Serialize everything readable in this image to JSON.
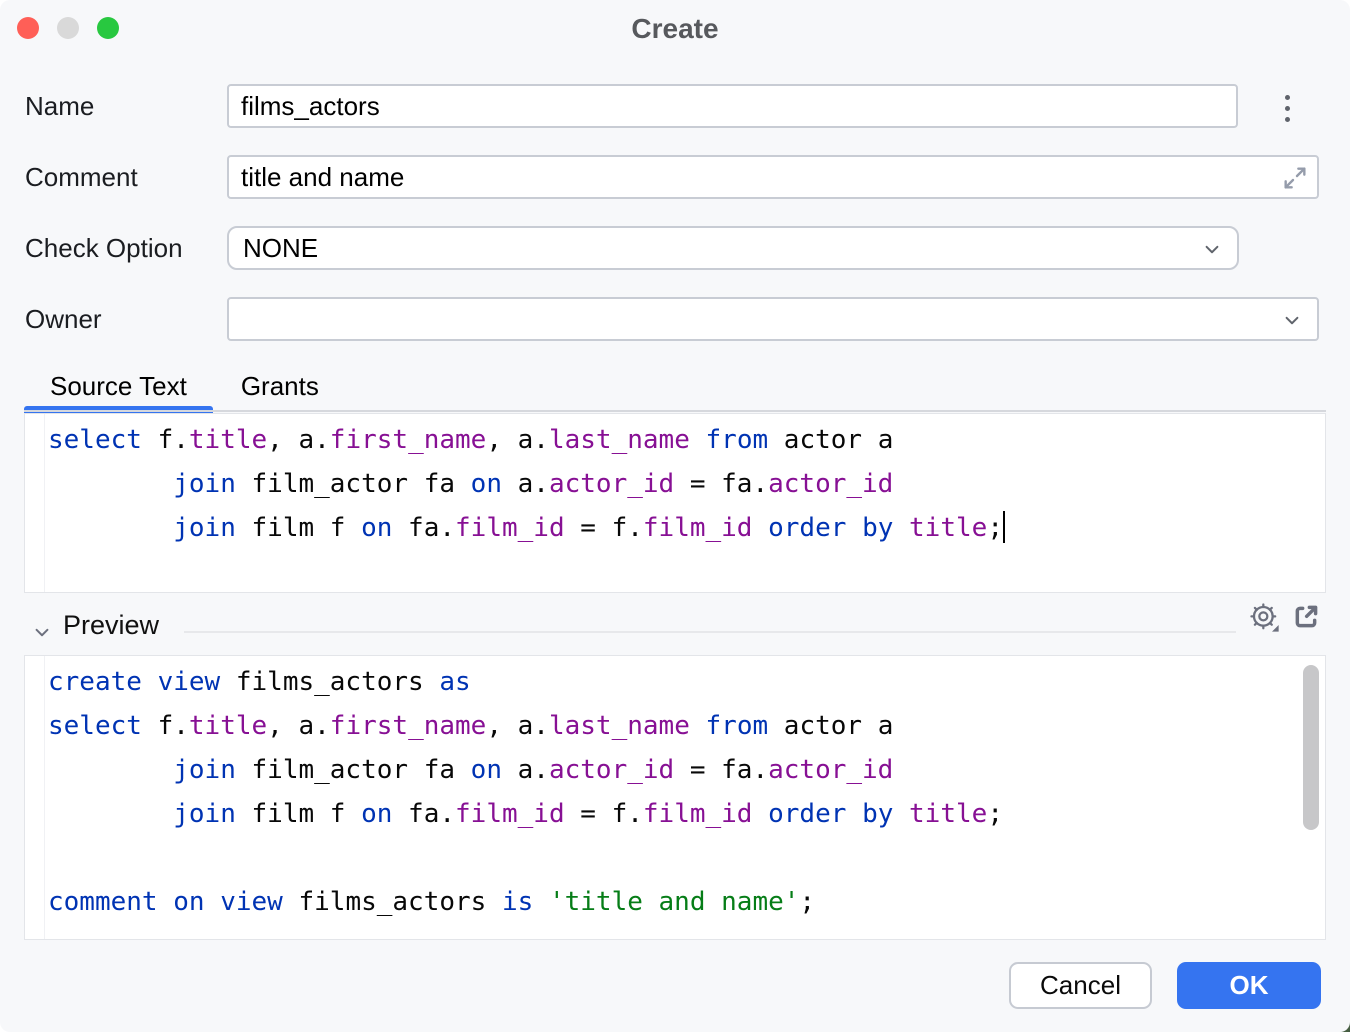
{
  "window": {
    "title": "Create"
  },
  "form": {
    "name": {
      "label": "Name",
      "value": "films_actors"
    },
    "comment": {
      "label": "Comment",
      "value": "title and name"
    },
    "check_option": {
      "label": "Check Option",
      "value": "NONE"
    },
    "owner": {
      "label": "Owner",
      "value": ""
    }
  },
  "tabs": [
    {
      "label": "Source Text",
      "active": true
    },
    {
      "label": "Grants",
      "active": false
    }
  ],
  "source_editor": {
    "lines": [
      {
        "tokens": [
          {
            "t": "kw",
            "s": "select"
          },
          {
            "t": "p",
            "s": " f."
          },
          {
            "t": "col",
            "s": "title"
          },
          {
            "t": "p",
            "s": ", a."
          },
          {
            "t": "col",
            "s": "first_name"
          },
          {
            "t": "p",
            "s": ", a."
          },
          {
            "t": "col",
            "s": "last_name"
          },
          {
            "t": "p",
            "s": " "
          },
          {
            "t": "kw",
            "s": "from"
          },
          {
            "t": "p",
            "s": " actor a"
          }
        ]
      },
      {
        "tokens": [
          {
            "t": "p",
            "s": "        "
          },
          {
            "t": "kw",
            "s": "join"
          },
          {
            "t": "p",
            "s": " film_actor fa "
          },
          {
            "t": "kw",
            "s": "on"
          },
          {
            "t": "p",
            "s": " a."
          },
          {
            "t": "col",
            "s": "actor_id"
          },
          {
            "t": "p",
            "s": " = fa."
          },
          {
            "t": "col",
            "s": "actor_id"
          }
        ]
      },
      {
        "tokens": [
          {
            "t": "p",
            "s": "        "
          },
          {
            "t": "kw",
            "s": "join"
          },
          {
            "t": "p",
            "s": " film f "
          },
          {
            "t": "kw",
            "s": "on"
          },
          {
            "t": "p",
            "s": " fa."
          },
          {
            "t": "col",
            "s": "film_id"
          },
          {
            "t": "p",
            "s": " = f."
          },
          {
            "t": "col",
            "s": "film_id"
          },
          {
            "t": "p",
            "s": " "
          },
          {
            "t": "kw",
            "s": "order"
          },
          {
            "t": "p",
            "s": " "
          },
          {
            "t": "kw",
            "s": "by"
          },
          {
            "t": "p",
            "s": " "
          },
          {
            "t": "col",
            "s": "title"
          },
          {
            "t": "p",
            "s": ";"
          }
        ],
        "caret": true
      }
    ]
  },
  "preview": {
    "label": "Preview",
    "lines": [
      {
        "tokens": [
          {
            "t": "kw",
            "s": "create"
          },
          {
            "t": "p",
            "s": " "
          },
          {
            "t": "kw",
            "s": "view"
          },
          {
            "t": "p",
            "s": " films_actors "
          },
          {
            "t": "kw",
            "s": "as"
          }
        ]
      },
      {
        "tokens": [
          {
            "t": "kw",
            "s": "select"
          },
          {
            "t": "p",
            "s": " f."
          },
          {
            "t": "col",
            "s": "title"
          },
          {
            "t": "p",
            "s": ", a."
          },
          {
            "t": "col",
            "s": "first_name"
          },
          {
            "t": "p",
            "s": ", a."
          },
          {
            "t": "col",
            "s": "last_name"
          },
          {
            "t": "p",
            "s": " "
          },
          {
            "t": "kw",
            "s": "from"
          },
          {
            "t": "p",
            "s": " actor a"
          }
        ]
      },
      {
        "tokens": [
          {
            "t": "p",
            "s": "        "
          },
          {
            "t": "kw",
            "s": "join"
          },
          {
            "t": "p",
            "s": " film_actor fa "
          },
          {
            "t": "kw",
            "s": "on"
          },
          {
            "t": "p",
            "s": " a."
          },
          {
            "t": "col",
            "s": "actor_id"
          },
          {
            "t": "p",
            "s": " = fa."
          },
          {
            "t": "col",
            "s": "actor_id"
          }
        ]
      },
      {
        "tokens": [
          {
            "t": "p",
            "s": "        "
          },
          {
            "t": "kw",
            "s": "join"
          },
          {
            "t": "p",
            "s": " film f "
          },
          {
            "t": "kw",
            "s": "on"
          },
          {
            "t": "p",
            "s": " fa."
          },
          {
            "t": "col",
            "s": "film_id"
          },
          {
            "t": "p",
            "s": " = f."
          },
          {
            "t": "col",
            "s": "film_id"
          },
          {
            "t": "p",
            "s": " "
          },
          {
            "t": "kw",
            "s": "order"
          },
          {
            "t": "p",
            "s": " "
          },
          {
            "t": "kw",
            "s": "by"
          },
          {
            "t": "p",
            "s": " "
          },
          {
            "t": "col",
            "s": "title"
          },
          {
            "t": "p",
            "s": ";"
          }
        ]
      },
      {
        "tokens": []
      },
      {
        "tokens": [
          {
            "t": "kw",
            "s": "comment"
          },
          {
            "t": "p",
            "s": " "
          },
          {
            "t": "kw",
            "s": "on"
          },
          {
            "t": "p",
            "s": " "
          },
          {
            "t": "kw",
            "s": "view"
          },
          {
            "t": "p",
            "s": " films_actors "
          },
          {
            "t": "kw",
            "s": "is"
          },
          {
            "t": "p",
            "s": " "
          },
          {
            "t": "str",
            "s": "'title and name'"
          },
          {
            "t": "p",
            "s": ";"
          }
        ]
      }
    ]
  },
  "actions": {
    "cancel": "Cancel",
    "ok": "OK"
  },
  "icons": {
    "name_menu": "kebab-menu-icon",
    "comment_expand": "expand-icon",
    "select_arrow": "chevron-down-icon",
    "preview_toggle": "chevron-down-icon",
    "preview_settings": "gear-icon",
    "preview_open": "open-in-editor-icon"
  },
  "colors": {
    "accent": "#3574F0",
    "keyword": "#0033B3",
    "column": "#871094",
    "string": "#067D17",
    "window_background": "#f7f8fa",
    "traffic_close": "#ff5f57",
    "traffic_minimize": "#d9d9d9",
    "traffic_zoom": "#28c840"
  }
}
